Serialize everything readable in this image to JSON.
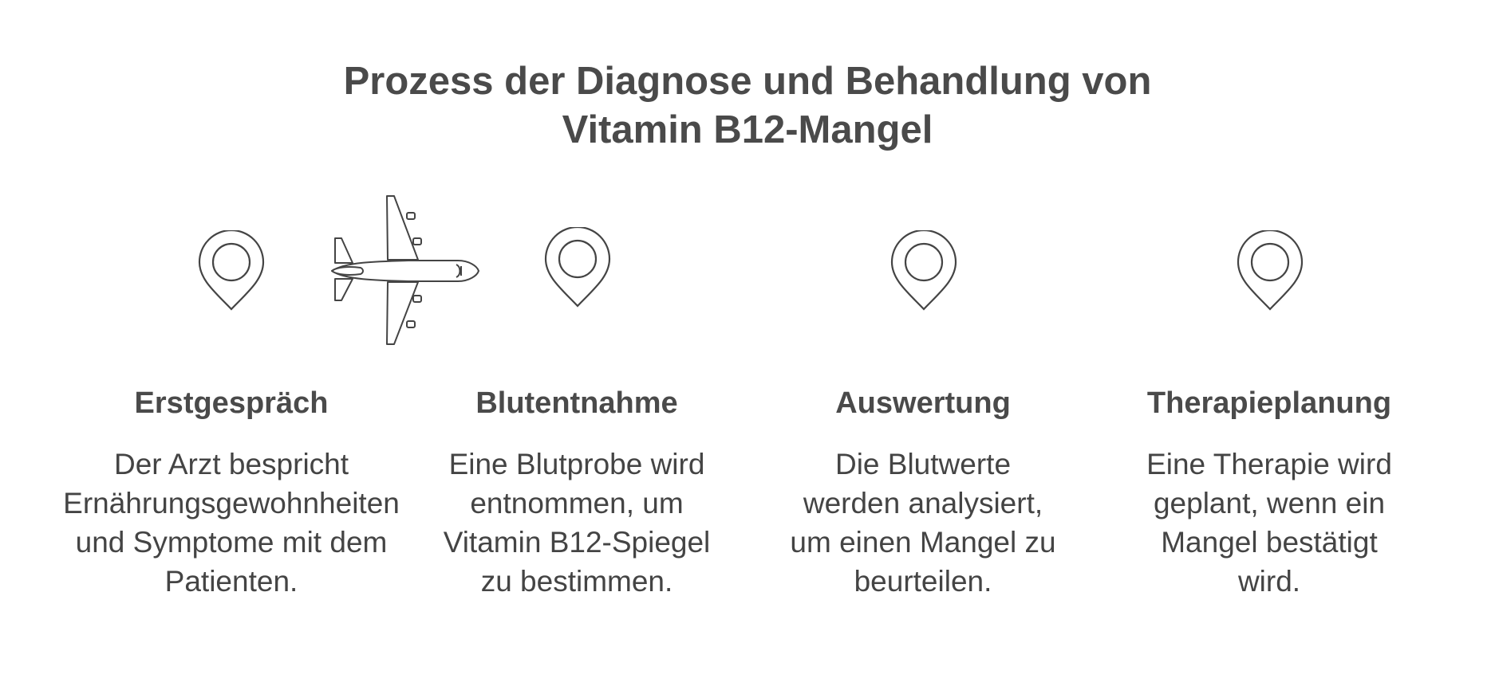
{
  "title": {
    "line1": "Prozess der Diagnose und Behandlung von",
    "line2": "Vitamin B12-Mangel"
  },
  "icons": {
    "marker": "map-pin-icon",
    "vehicle": "airplane-icon"
  },
  "colors": {
    "stroke": "#444444",
    "text": "#444444"
  },
  "steps": [
    {
      "title": "Erstgespräch",
      "desc": [
        "Der Arzt bespricht",
        "Ernährungsgewohnheiten",
        "und Symptome mit dem",
        "Patienten."
      ]
    },
    {
      "title": "Blutentnahme",
      "desc": [
        "Eine Blutprobe wird",
        "entnommen, um",
        "Vitamin B12-Spiegel",
        "zu bestimmen."
      ]
    },
    {
      "title": "Auswertung",
      "desc": [
        "Die Blutwerte",
        "werden analysiert,",
        "um einen Mangel zu",
        "beurteilen."
      ]
    },
    {
      "title": "Therapieplanung",
      "desc": [
        "Eine Therapie wird",
        "geplant, wenn ein",
        "Mangel bestätigt",
        "wird."
      ]
    }
  ]
}
